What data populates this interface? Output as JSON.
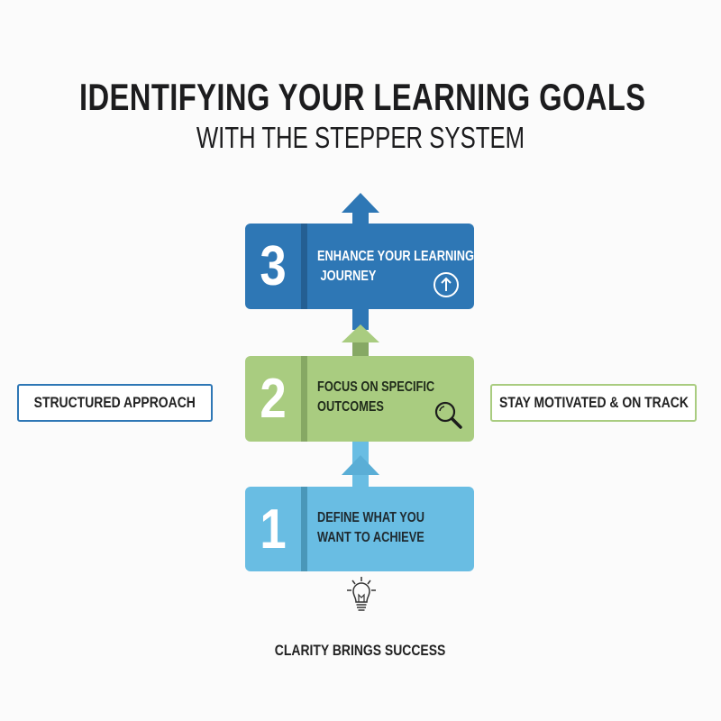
{
  "header": {
    "title": "IDENTIFYING YOUR LEARNING GOALS",
    "subtitle": "WITH THE STEPPER SYSTEM"
  },
  "steps": [
    {
      "number": "1",
      "label_line1": "DEFINE WHAT YOU",
      "label_line2": "WANT TO ACHIEVE",
      "color": "#69bde3",
      "divider_color": "#4a97b8",
      "text_color": "#1f2a30",
      "icon": null
    },
    {
      "number": "2",
      "label_line1": "FOCUS ON SPECIFIC",
      "label_line2": "OUTCOMES",
      "color": "#a9cc80",
      "divider_color": "#86a864",
      "text_color": "#1f2a1a",
      "icon": "magnifying-glass-icon"
    },
    {
      "number": "3",
      "label_line1": "ENHANCE YOUR LEARNING",
      "label_line2": " JOURNEY",
      "color": "#2e77b5",
      "divider_color": "#245f93",
      "text_color": "#ffffff",
      "icon": "arrow-up-circle-icon"
    }
  ],
  "side_labels": {
    "left": {
      "text": "STRUCTURED APPROACH",
      "border_color": "#2e77b5"
    },
    "right": {
      "text": "STAY MOTIVATED & ON TRACK",
      "border_color": "#a9cc80"
    }
  },
  "footer": {
    "icon": "lightbulb-icon",
    "text": "CLARITY BRINGS SUCCESS"
  }
}
